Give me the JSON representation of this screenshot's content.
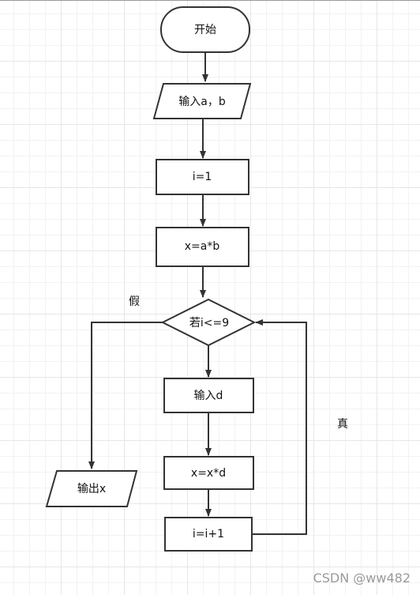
{
  "nodes": {
    "start": "开始",
    "input_ab": "输入a，b",
    "init_i": "i=1",
    "assign_x": "x=a*b",
    "condition": "若i<=9",
    "input_d": "输入d",
    "multiply": "x=x*d",
    "increment": "i=i+1",
    "output_x": "输出x"
  },
  "branches": {
    "false_label": "假",
    "true_label": "真"
  },
  "watermark": "CSDN @ww482"
}
